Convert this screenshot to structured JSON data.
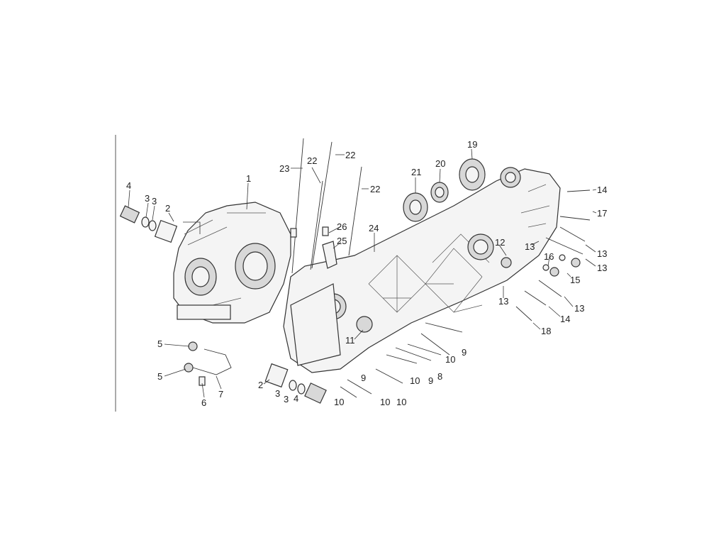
{
  "diagram": {
    "callouts": {
      "c1": "1",
      "c2a": "2",
      "c2b": "2",
      "c3a": "3",
      "c3b": "3",
      "c3c": "3",
      "c3d": "3",
      "c4a": "4",
      "c4b": "4",
      "c5a": "5",
      "c5b": "5",
      "c6": "6",
      "c7": "7",
      "c8": "8",
      "c9a": "9",
      "c9b": "9",
      "c9c": "9",
      "c10a": "10",
      "c10b": "10",
      "c10c": "10",
      "c10d": "10",
      "c10e": "10",
      "c11": "11",
      "c12": "12",
      "c13a": "13",
      "c13b": "13",
      "c13c": "13",
      "c13d": "13",
      "c13e": "13",
      "c14a": "14",
      "c14b": "14",
      "c15": "15",
      "c16": "16",
      "c17": "17",
      "c18": "18",
      "c19": "19",
      "c20": "20",
      "c21": "21",
      "c22a": "22",
      "c22b": "22",
      "c22c": "22",
      "c23": "23",
      "c24": "24",
      "c25": "25",
      "c26": "26"
    }
  }
}
